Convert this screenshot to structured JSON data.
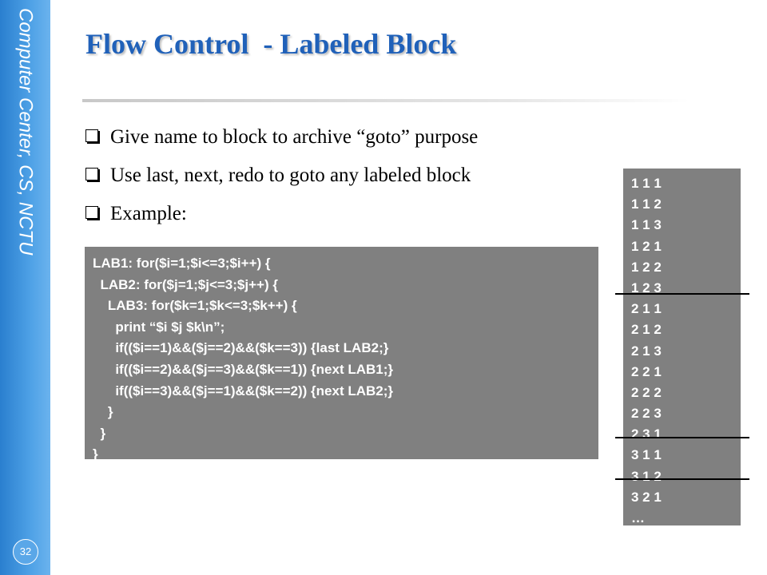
{
  "sidebar": {
    "title": "Computer Center, CS, NCTU",
    "page_number": "32"
  },
  "slide": {
    "title": "Flow Control  - Labeled Block"
  },
  "bullets": [
    "Give name to block to archive “goto” purpose",
    "Use last, next, redo to goto any labeled block",
    "Example:"
  ],
  "code_lines": [
    "LAB1: for($i=1;$i<=3;$i++) {",
    "  LAB2: for($j=1;$j<=3;$j++) {",
    "    LAB3: for($k=1;$k<=3;$k++) {",
    "      print “$i $j $k\\n”;",
    "      if(($i==1)&&($j==2)&&($k==3)) {last LAB2;}",
    "      if(($i==2)&&($j==3)&&($k==1)) {next LAB1;}",
    "      if(($i==3)&&($j==1)&&($k==2)) {next LAB2;}",
    "    }",
    "  }",
    "}"
  ],
  "output_lines": [
    "1 1 1",
    "1 1 2",
    "1 1 3",
    "1 2 1",
    "1 2 2",
    "1 2 3",
    "2 1 1",
    "2 1 2",
    "2 1 3",
    "2 2 1",
    "2 2 2",
    "2 2 3",
    "2 3 1",
    "3 1 1",
    "3 1 2",
    "3 2 1",
    "…"
  ],
  "colors": {
    "title": "#2061b9",
    "sidebar": "#3d93de",
    "panel": "#808080"
  }
}
